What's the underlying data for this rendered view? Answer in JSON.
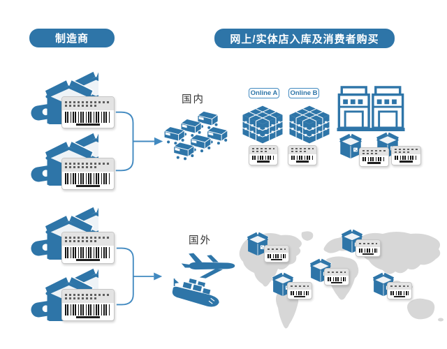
{
  "colors": {
    "primary": "#2e75a8",
    "connector": "#4189c0",
    "map_gray": "#d7d7d7",
    "card_head_gray": "#e3e3e3",
    "text_dark": "#333333"
  },
  "badges": {
    "manufacturer": "制造商",
    "retail_flow": "网上/实体店入库及消费者购买"
  },
  "routes": {
    "domestic": "国内",
    "overseas": "国外"
  },
  "online_stores": {
    "store_a": "Online A",
    "store_b": "Online B"
  },
  "icons": {
    "conveyor": "conveyor-with-cartons-icon",
    "barcode_label": "barcode-label-icon",
    "truck_fleet": "truck-fleet-icon",
    "carton_stack": "carton-stack-icon",
    "store_building": "storefront-icon",
    "open_carton": "open-carton-icon",
    "airplane": "airplane-icon",
    "cargo_ship": "cargo-ship-icon",
    "world_map": "world-map-icon",
    "merge_arrow": "merge-arrow-icon"
  }
}
